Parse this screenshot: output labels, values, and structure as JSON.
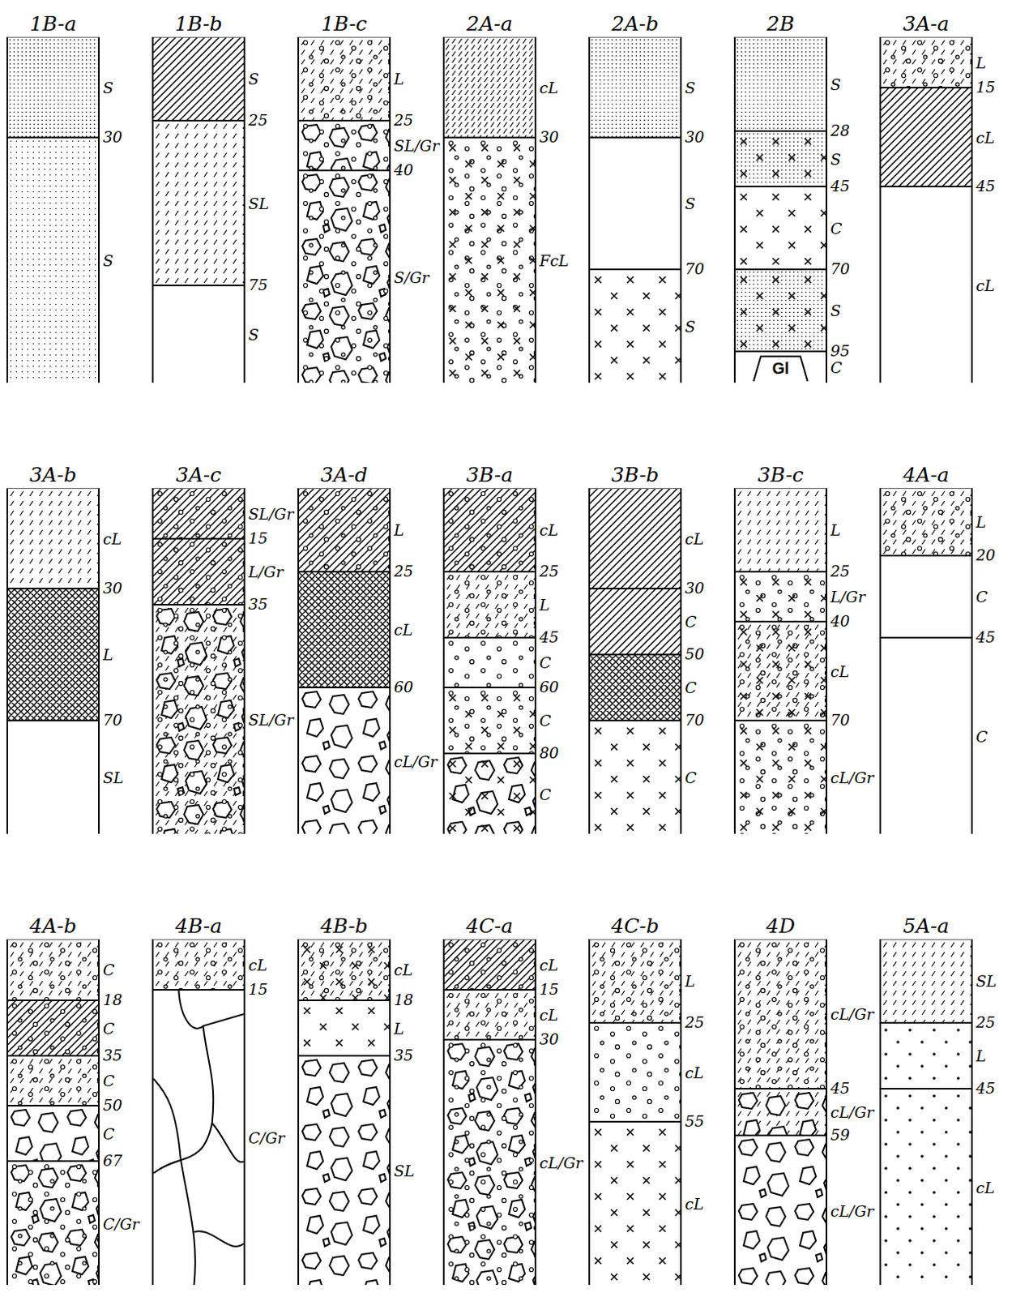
{
  "diagram": {
    "nodes": [
      {
        "text": [
          "1B-a"
        ]
      },
      {
        "text": [
          "S"
        ],
        "in": 0
      },
      {
        "text": [
          "S"
        ],
        "in": 0
      },
      {
        "text": [
          "1B-b"
        ]
      },
      {
        "text": [
          "S"
        ],
        "in": 3
      },
      {
        "text": [
          "SL"
        ],
        "in": 3
      },
      {
        "text": [
          "S"
        ],
        "in": 3
      },
      {
        "text": [
          "1B-c"
        ]
      },
      {
        "text": [
          "L"
        ],
        "in": 7
      },
      {
        "text": [
          "SL/Gr"
        ],
        "in": 7
      },
      {
        "text": [
          "S/Gr"
        ],
        "in": 7
      },
      {
        "text": [
          "2A-a"
        ]
      },
      {
        "text": [
          "cL"
        ],
        "in": 11
      },
      {
        "text": [
          "FcL"
        ],
        "in": 11
      },
      {
        "text": [
          "2A-b"
        ]
      },
      {
        "text": [
          "S"
        ],
        "in": 14
      },
      {
        "text": [
          "S"
        ],
        "in": 14
      },
      {
        "text": [
          "S"
        ],
        "in": 14
      },
      {
        "text": [
          "2B"
        ]
      },
      {
        "text": [
          "S"
        ],
        "in": 18
      },
      {
        "text": [
          "S"
        ],
        "in": 18
      },
      {
        "text": [
          "C"
        ],
        "in": 18
      },
      {
        "text": [
          "S"
        ],
        "in": 18
      },
      {
        "text": [
          "C"
        ],
        "in": 18
      },
      {
        "text": [
          "3A-a"
        ]
      },
      {
        "text": [
          "L"
        ],
        "in": 24
      },
      {
        "text": [
          "cL"
        ],
        "in": 24
      },
      {
        "text": [
          "cL"
        ],
        "in": 24
      },
      {
        "text": [
          "3A-b"
        ]
      },
      {
        "text": [
          "cL"
        ],
        "in": 28
      },
      {
        "text": [
          "L"
        ],
        "in": 28
      },
      {
        "text": [
          "SL"
        ],
        "in": 28
      },
      {
        "text": [
          "3A-c"
        ]
      },
      {
        "text": [
          "SL/Gr"
        ],
        "in": 32
      },
      {
        "text": [
          "L/Gr"
        ],
        "in": 32
      },
      {
        "text": [
          "SL/Gr"
        ],
        "in": 32
      },
      {
        "text": [
          "3A-d"
        ]
      },
      {
        "text": [
          "L"
        ],
        "in": 36
      },
      {
        "text": [
          "cL"
        ],
        "in": 36
      },
      {
        "text": [
          "cL/Gr"
        ],
        "in": 36
      },
      {
        "text": [
          "3B-a"
        ]
      },
      {
        "text": [
          "cL"
        ],
        "in": 40
      },
      {
        "text": [
          "L"
        ],
        "in": 40
      },
      {
        "text": [
          "C"
        ],
        "in": 40
      },
      {
        "text": [
          "C"
        ],
        "in": 40
      },
      {
        "text": [
          "C"
        ],
        "in": 40
      },
      {
        "text": [
          "3B-b"
        ]
      },
      {
        "text": [
          "cL"
        ],
        "in": 46
      },
      {
        "text": [
          "C"
        ],
        "in": 46
      },
      {
        "text": [
          "C"
        ],
        "in": 46
      },
      {
        "text": [
          "C"
        ],
        "in": 46
      },
      {
        "text": [
          "3B-c"
        ]
      },
      {
        "text": [
          "L"
        ],
        "in": 51
      },
      {
        "text": [
          "L/Gr"
        ],
        "in": 51
      },
      {
        "text": [
          "cL"
        ],
        "in": 51
      },
      {
        "text": [
          "cL/Gr"
        ],
        "in": 51
      },
      {
        "text": [
          "4A-a"
        ]
      },
      {
        "text": [
          "L"
        ],
        "in": 56
      },
      {
        "text": [
          "C"
        ],
        "in": 56
      },
      {
        "text": [
          "C"
        ],
        "in": 56
      },
      {
        "text": [
          "4A-b"
        ]
      },
      {
        "text": [
          "C"
        ],
        "in": 60
      },
      {
        "text": [
          "C"
        ],
        "in": 60
      },
      {
        "text": [
          "C"
        ],
        "in": 60
      },
      {
        "text": [
          "C"
        ],
        "in": 60
      },
      {
        "text": [
          "C/Gr"
        ],
        "in": 60
      },
      {
        "text": [
          "4B-a"
        ]
      },
      {
        "text": [
          "cL"
        ],
        "in": 66
      },
      {
        "text": [
          "C/Gr"
        ],
        "in": 66
      },
      {
        "text": [
          "4B-b"
        ]
      },
      {
        "text": [
          "cL"
        ],
        "in": 69
      },
      {
        "text": [
          "L"
        ],
        "in": 69
      },
      {
        "text": [
          "SL"
        ],
        "in": 69
      },
      {
        "text": [
          "4C-a"
        ]
      },
      {
        "text": [
          "cL"
        ],
        "in": 73
      },
      {
        "text": [
          "cL"
        ],
        "in": 73
      },
      {
        "text": [
          "cL/Gr"
        ],
        "in": 73
      },
      {
        "text": [
          "4C-b"
        ]
      },
      {
        "text": [
          "L"
        ],
        "in": 77
      },
      {
        "text": [
          "cL"
        ],
        "in": 77
      },
      {
        "text": [
          "cL"
        ],
        "in": 77
      },
      {
        "text": [
          "4D"
        ]
      },
      {
        "text": [
          "cL/Gr"
        ],
        "in": 81
      },
      {
        "text": [
          "cL/Gr"
        ],
        "in": 81
      },
      {
        "text": [
          "cL/Gr"
        ],
        "in": 81
      },
      {
        "text": [
          "5A-a"
        ]
      },
      {
        "text": [
          "SL"
        ],
        "in": 85
      },
      {
        "text": [
          "L"
        ],
        "in": 85
      },
      {
        "text": [
          "cL"
        ],
        "in": 85
      }
    ],
    "labels": [
      "30",
      "25",
      "75",
      "25",
      "40",
      "30",
      "30",
      "70",
      "28",
      "45",
      "70",
      "95",
      "15",
      "45",
      "30",
      "70",
      "15",
      "35",
      "25",
      "60",
      "25",
      "45",
      "60",
      "80",
      "30",
      "50",
      "70",
      "25",
      "40",
      "70",
      "20",
      "45",
      "18",
      "35",
      "50",
      "67",
      "15",
      "18",
      "35",
      "15",
      "30",
      "25",
      "55",
      "45",
      "59",
      "25",
      "45",
      "Gl"
    ]
  }
}
